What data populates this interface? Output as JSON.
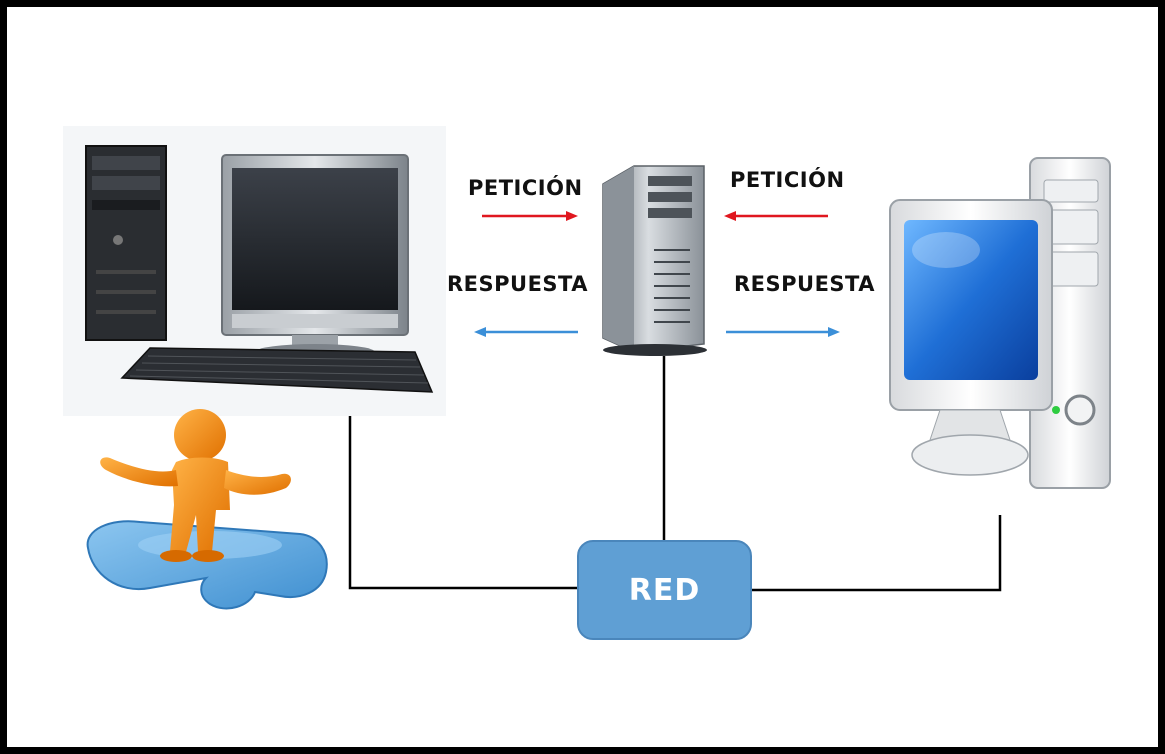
{
  "labels": {
    "left_request": "PETICIÓN",
    "left_response": "RESPUESTA",
    "right_request": "PETICIÓN",
    "right_response": "RESPUESTA",
    "network": "RED"
  },
  "colors": {
    "request_arrow": "#e0171f",
    "response_arrow": "#3b8fd8",
    "network_box": "#5f9fd4",
    "connection_line": "#000000"
  },
  "icons": [
    "desktop-pc-icon",
    "server-tower-icon",
    "client-computer-icon",
    "person-puzzle-icon"
  ]
}
